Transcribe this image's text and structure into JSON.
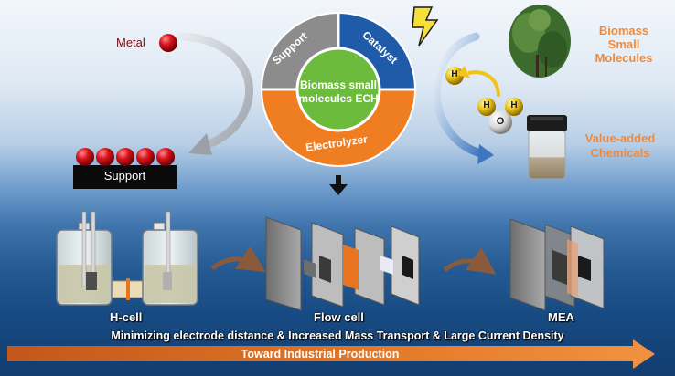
{
  "labels": {
    "metal": "Metal",
    "support": "Support",
    "ring_support": "Support",
    "ring_catalyst": "Catalyst",
    "ring_electrolyzer": "Electrolyzer",
    "center_line1": "Biomass small",
    "center_line2": "molecules ECH",
    "biomass_line1": "Biomass",
    "biomass_line2": "Small",
    "biomass_line3": "Molecules",
    "value_line1": "Value-added",
    "value_line2": "Chemicals",
    "atom_h": "H",
    "atom_o": "O",
    "h_cell": "H-cell",
    "flow_cell": "Flow cell",
    "mea": "MEA",
    "bottom_line": "Minimizing electrode distance & Increased Mass Transport & Large Current Density",
    "arrow_text": "Toward Industrial Production"
  },
  "colors": {
    "support_segment": "#8c8c8c",
    "catalyst_segment": "#1f5ba8",
    "electrolyzer_segment": "#ef7d22",
    "center_circle": "#6dbb3c",
    "metal_ball": "#d4141c",
    "hydrogen": "#e9c21a",
    "arrow_orange": "#e8741f",
    "curved_arrow": "#8a5a3c"
  }
}
